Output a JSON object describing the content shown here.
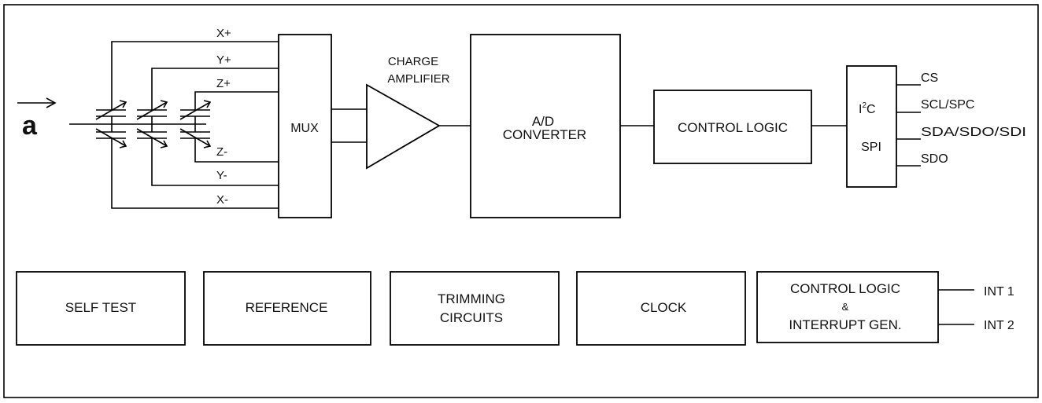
{
  "sensor": {
    "accel_symbol": "a",
    "axes_top": [
      "X+",
      "Y+",
      "Z+"
    ],
    "axes_bottom": [
      "Z-",
      "Y-",
      "X-"
    ]
  },
  "mux": {
    "label": "MUX"
  },
  "amplifier": {
    "line1": "CHARGE",
    "line2": "AMPLIFIER"
  },
  "adc": {
    "line1": "A/D",
    "line2": "CONVERTER"
  },
  "control_logic": {
    "label": "CONTROL LOGIC"
  },
  "interface": {
    "i2c_main": "I",
    "i2c_sup": "2",
    "i2c_tail": "C",
    "spi": "SPI",
    "pins": [
      "CS",
      "SCL/SPC",
      "SDA/SDO/SDI",
      "SDO"
    ]
  },
  "bottom_blocks": {
    "self_test": "SELF TEST",
    "reference": "REFERENCE",
    "trimming_line1": "TRIMMING",
    "trimming_line2": "CIRCUITS",
    "clock": "CLOCK",
    "ctrl_int_line1": "CONTROL LOGIC",
    "ctrl_int_line2": "&",
    "ctrl_int_line3": "INTERRUPT GEN."
  },
  "interrupts": [
    "INT 1",
    "INT 2"
  ]
}
